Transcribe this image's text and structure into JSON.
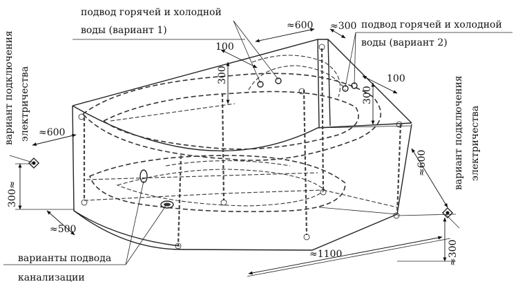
{
  "labels": {
    "hot_cold_v1_line1": "подвод горячей и холодной",
    "hot_cold_v1_line2": "воды (вариант 1)",
    "hot_cold_v2_line1": "подвод горячей и холодной",
    "hot_cold_v2_line2": "воды (вариант 2)",
    "elec_left_line1": "вариант подключения",
    "elec_left_line2": "электричества",
    "elec_right_line1": "вариант подключения",
    "elec_right_line2": "электричества",
    "sewer_line1": "варианты подвода",
    "sewer_line2": "канализации"
  },
  "dimensions": {
    "d100_left": "100",
    "d300_left_vert": "300",
    "d600_top": "≈600",
    "d300_top": "≈300",
    "d100_right": "100",
    "d300_right_vert": "300",
    "d600_left": "≈600",
    "d300_left_bottom": "300≈",
    "d500": "≈500",
    "d1100": "≈1100",
    "d600_right": "≈600",
    "d300_bottom_right": "≈300"
  }
}
